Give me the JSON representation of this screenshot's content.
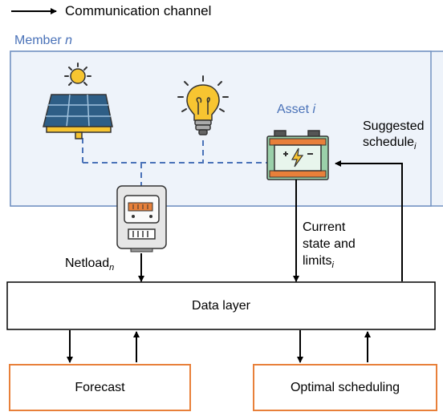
{
  "legend": {
    "label": "Communication channel"
  },
  "member": {
    "label": "Member",
    "var": "n"
  },
  "asset": {
    "label": "Asset",
    "var": "i"
  },
  "arrows": {
    "suggested_schedule": {
      "line1": "Suggested",
      "line2": "schedule",
      "sub": "i"
    },
    "current_state": {
      "line1": "Current",
      "line2": "state and",
      "line3": "limits",
      "sub": "i"
    },
    "netload": {
      "label": "Netload",
      "sub": "n"
    }
  },
  "blocks": {
    "data_layer": "Data layer",
    "forecast": "Forecast",
    "optimal_scheduling": "Optimal scheduling"
  },
  "icons": [
    "solar-panel-icon",
    "light-bulb-icon",
    "battery-icon",
    "smart-meter-icon"
  ],
  "colors": {
    "member_border": "#7393c2",
    "member_fill": "#eef3fa",
    "member_text": "#4a72b8",
    "dashed_line": "#4a72b8",
    "block_orange": "#e8803a"
  }
}
